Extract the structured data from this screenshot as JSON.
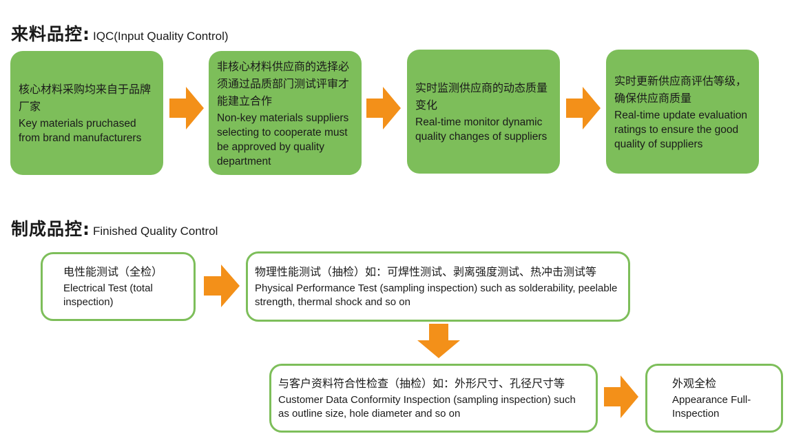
{
  "iqc": {
    "title_cn": "来料品控:",
    "title_en": "IQC(Input Quality Control)",
    "steps": [
      {
        "cn": "核心材料采购均来自于品牌厂家",
        "en": "Key materials pruchased from brand manufacturers"
      },
      {
        "cn": "非核心材料供应商的选择必须通过品质部门测试评审才能建立合作",
        "en": "Non-key materials suppliers selecting to cooperate must be approved by quality department"
      },
      {
        "cn": "实时监测供应商的动态质量变化",
        "en": "Real-time monitor dynamic quality changes of suppliers"
      },
      {
        "cn": "实时更新供应商评估等级，确保供应商质量",
        "en": "Real-time update evaluation ratings to ensure the good quality of suppliers"
      }
    ]
  },
  "fqc": {
    "title_cn": "制成品控:",
    "title_en": "Finished Quality Control",
    "steps": [
      {
        "cn": "电性能测试（全检）",
        "en": "Electrical Test (total inspection)"
      },
      {
        "cn": "物理性能测试（抽检）如：可焊性测试、剥离强度测试、热冲击测试等",
        "en": "Physical Performance Test (sampling inspection) such as solderability, peelable strength, thermal shock and so on"
      },
      {
        "cn": "与客户资料符合性检查（抽检）如：外形尺寸、孔径尺寸等",
        "en": "Customer Data Conformity Inspection (sampling inspection) such as outline size, hole diameter and so on"
      },
      {
        "cn": "外观全检",
        "en": "Appearance Full-Inspection"
      }
    ]
  },
  "colors": {
    "green": "#7dbe5a",
    "arrow": "#f39019"
  },
  "icons": {
    "arrow": "orange-arrow-icon"
  }
}
